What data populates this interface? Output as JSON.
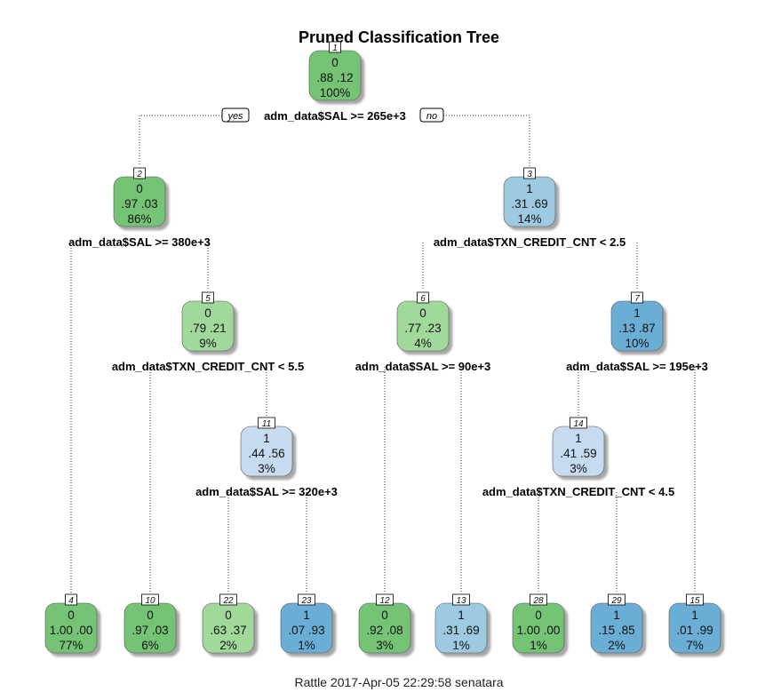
{
  "title": "Pruned Classification Tree",
  "caption": "Rattle 2017-Apr-05 22:29:58 senatara",
  "branch_labels": {
    "yes": "yes",
    "no": "no"
  },
  "colors": {
    "class0_strong": "#74c476",
    "class0_light": "#a1d99b",
    "class1_strong": "#6baed6",
    "class1_medium": "#9ecae1",
    "class1_light": "#c6dbef"
  },
  "nodes": [
    {
      "id": "1",
      "cls": "0",
      "probs": ".88  .12",
      "pct": "100%",
      "split": "adm_data$SAL >= 265e+3",
      "fill": "class0_strong"
    },
    {
      "id": "2",
      "cls": "0",
      "probs": ".97  .03",
      "pct": "86%",
      "split": "adm_data$SAL >= 380e+3",
      "fill": "class0_strong"
    },
    {
      "id": "3",
      "cls": "1",
      "probs": ".31  .69",
      "pct": "14%",
      "split": "adm_data$TXN_CREDIT_CNT < 2.5",
      "fill": "class1_medium"
    },
    {
      "id": "5",
      "cls": "0",
      "probs": ".79  .21",
      "pct": "9%",
      "split": "adm_data$TXN_CREDIT_CNT < 5.5",
      "fill": "class0_light"
    },
    {
      "id": "6",
      "cls": "0",
      "probs": ".77  .23",
      "pct": "4%",
      "split": "adm_data$SAL >= 90e+3",
      "fill": "class0_light"
    },
    {
      "id": "7",
      "cls": "1",
      "probs": ".13  .87",
      "pct": "10%",
      "split": "adm_data$SAL >= 195e+3",
      "fill": "class1_strong"
    },
    {
      "id": "11",
      "cls": "1",
      "probs": ".44  .56",
      "pct": "3%",
      "split": "adm_data$SAL >= 320e+3",
      "fill": "class1_light"
    },
    {
      "id": "14",
      "cls": "1",
      "probs": ".41  .59",
      "pct": "3%",
      "split": "adm_data$TXN_CREDIT_CNT < 4.5",
      "fill": "class1_light"
    },
    {
      "id": "4",
      "cls": "0",
      "probs": "1.00  .00",
      "pct": "77%",
      "split": "",
      "fill": "class0_strong"
    },
    {
      "id": "10",
      "cls": "0",
      "probs": ".97  .03",
      "pct": "6%",
      "split": "",
      "fill": "class0_strong"
    },
    {
      "id": "22",
      "cls": "0",
      "probs": ".63  .37",
      "pct": "2%",
      "split": "",
      "fill": "class0_light"
    },
    {
      "id": "23",
      "cls": "1",
      "probs": ".07  .93",
      "pct": "1%",
      "split": "",
      "fill": "class1_strong"
    },
    {
      "id": "12",
      "cls": "0",
      "probs": ".92  .08",
      "pct": "3%",
      "split": "",
      "fill": "class0_strong"
    },
    {
      "id": "13",
      "cls": "1",
      "probs": ".31  .69",
      "pct": "1%",
      "split": "",
      "fill": "class1_medium"
    },
    {
      "id": "28",
      "cls": "0",
      "probs": "1.00  .00",
      "pct": "1%",
      "split": "",
      "fill": "class0_strong"
    },
    {
      "id": "29",
      "cls": "1",
      "probs": ".15  .85",
      "pct": "2%",
      "split": "",
      "fill": "class1_strong"
    },
    {
      "id": "15",
      "cls": "1",
      "probs": ".01  .99",
      "pct": "7%",
      "split": "",
      "fill": "class1_strong"
    }
  ],
  "edges": [
    {
      "from": "1",
      "to": "2"
    },
    {
      "from": "1",
      "to": "3"
    },
    {
      "from": "2",
      "to": "4"
    },
    {
      "from": "2",
      "to": "5"
    },
    {
      "from": "3",
      "to": "6"
    },
    {
      "from": "3",
      "to": "7"
    },
    {
      "from": "5",
      "to": "10"
    },
    {
      "from": "5",
      "to": "11"
    },
    {
      "from": "11",
      "to": "22"
    },
    {
      "from": "11",
      "to": "23"
    },
    {
      "from": "6",
      "to": "12"
    },
    {
      "from": "6",
      "to": "13"
    },
    {
      "from": "7",
      "to": "14"
    },
    {
      "from": "7",
      "to": "15"
    },
    {
      "from": "14",
      "to": "28"
    },
    {
      "from": "14",
      "to": "29"
    }
  ]
}
